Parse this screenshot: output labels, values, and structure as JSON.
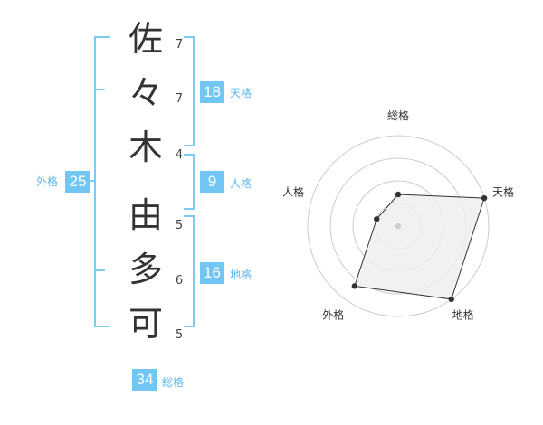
{
  "name": {
    "chars": [
      "佐",
      "々",
      "木",
      "由",
      "多",
      "可"
    ],
    "strokes": [
      "7",
      "7",
      "4",
      "5",
      "6",
      "5"
    ]
  },
  "fortune": {
    "tenkaku": {
      "value": "18",
      "label": "天格"
    },
    "jinkaku": {
      "value": "9",
      "label": "人格"
    },
    "chikaku": {
      "value": "16",
      "label": "地格"
    },
    "gaikaku": {
      "value": "25",
      "label": "外格"
    },
    "soukaku": {
      "value": "34",
      "label": "総格"
    }
  },
  "chart_data": {
    "type": "radar",
    "axes": [
      "総格",
      "天格",
      "地格",
      "外格",
      "人格"
    ],
    "values": [
      0.35,
      1.0,
      1.0,
      0.82,
      0.25
    ],
    "max": 1,
    "rings": 4,
    "fill_color": "#eeeeee",
    "line_color": "#333333",
    "grid_color": "#cccccc"
  },
  "colors": {
    "accent": "#72c6f4",
    "label": "#5db8ee"
  }
}
